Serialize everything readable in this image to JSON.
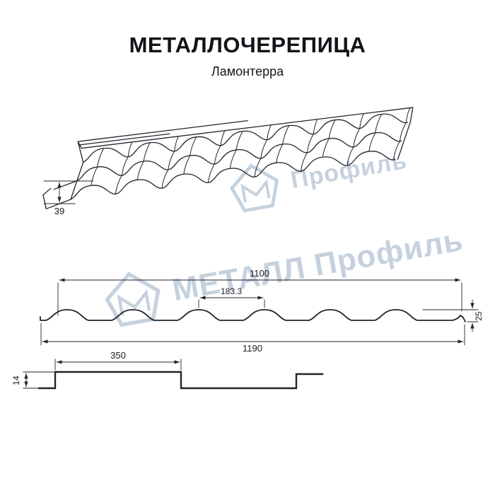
{
  "header": {
    "title": "МЕТАЛЛОЧЕРЕПИЦА",
    "subtitle": "Ламонтерра"
  },
  "watermarks": {
    "top": "Профиль",
    "middle": "МЕТАЛЛ Профиль",
    "color": "#b6c5d5"
  },
  "drawings": {
    "perspective": {
      "eave_height": "39"
    },
    "cross_section": {
      "cover_width": "1100",
      "wave_pitch": "183.3",
      "profile_height": "25",
      "overall_width": "1190"
    },
    "longitudinal": {
      "module_length": "350",
      "step_height": "14"
    }
  },
  "colors": {
    "line": "#23232d",
    "text": "#1c1c24",
    "watermark": "#b6c5d5"
  }
}
